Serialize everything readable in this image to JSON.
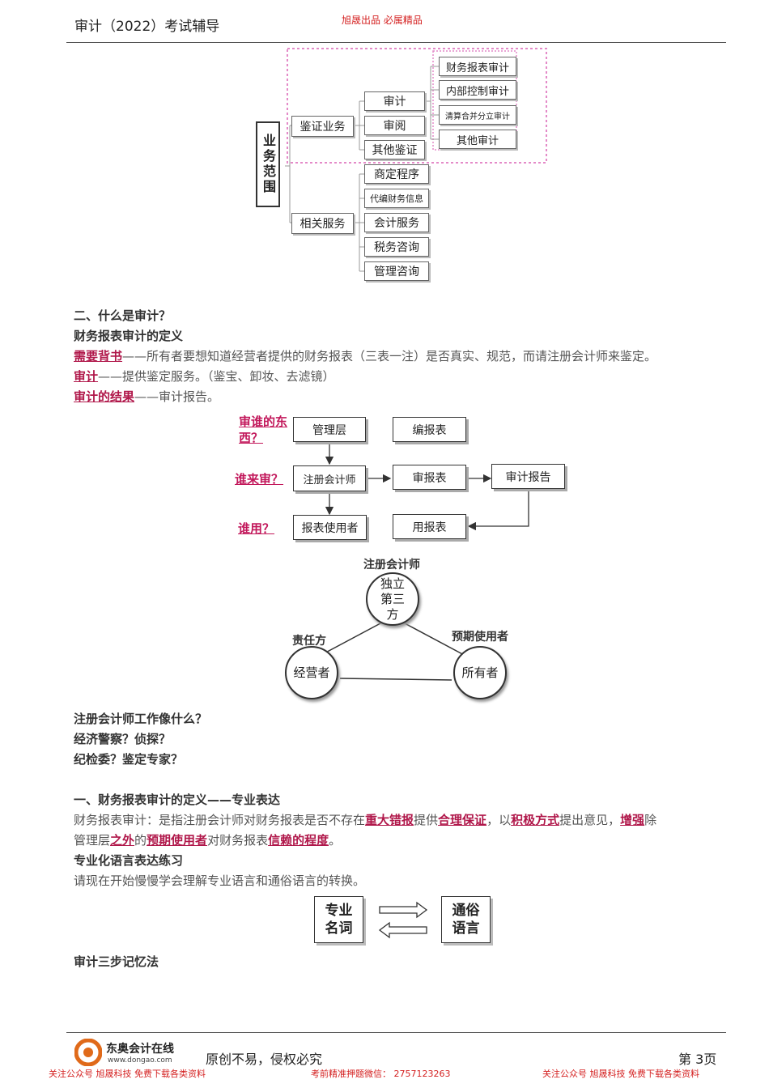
{
  "header": {
    "title": "审计（2022）考试辅导",
    "tag": "旭晟出品  必属精品"
  },
  "tree": {
    "root": "业务范围",
    "branch1": "鉴证业务",
    "branch1_children": [
      "审计",
      "审阅",
      "其他鉴证"
    ],
    "audit_types": [
      "财务报表审计",
      "内部控制审计",
      "清算合并分立审计",
      "其他审计"
    ],
    "branch2": "相关服务",
    "branch2_children": [
      "商定程序",
      "代编财务信息",
      "会计服务",
      "税务咨询",
      "管理咨询"
    ]
  },
  "section2": {
    "heading": "二、什么是审计？",
    "subheading": "财务报表审计的定义",
    "line1_key": "需要背书",
    "line1_text": "——所有者要想知道经营者提供的财务报表（三表一注）是否真实、规范，而请注册会计师来鉴定。",
    "line2_key": "审计",
    "line2_text": "——提供鉴定服务。（鉴宝、卸妆、去滤镜）",
    "line3_key": "审计的结果",
    "line3_text": "——审计报告。"
  },
  "flow": {
    "q1": "审谁的东西？",
    "q2": "谁来审？",
    "q3": "谁用？",
    "mgmt": "管理层",
    "prepare": "编报表",
    "cpa": "注册会计师",
    "review": "审报表",
    "report": "审计报告",
    "users": "报表使用者",
    "use": "用报表"
  },
  "triangle": {
    "top_label": "注册会计师",
    "top_circle": "独立第三方",
    "left_label": "责任方",
    "left_circle": "经营者",
    "right_label": "预期使用者",
    "right_circle": "所有者"
  },
  "questions": [
    "注册会计师工作像什么？",
    "经济警察？侦探？",
    "纪检委？鉴定专家？"
  ],
  "section1": {
    "heading": "一、财务报表审计的定义——专业表达",
    "p_prefix": "财务报表审计：是指注册会计师对财务报表是否不存在",
    "k1": "重大错报",
    "t1": "提供",
    "k2": "合理保证",
    "t2": "，以",
    "k3": "积极方式",
    "t3": "提出意见，",
    "k4": "增强",
    "t4": "除",
    "line2_prefix": "管理层",
    "k5": "之外",
    "t5": "的",
    "k6": "预期使用者",
    "t6": "对财务报表",
    "k7": "信赖的程度",
    "t7": "。",
    "practice": "专业化语言表达练习",
    "practice_text": "请现在开始慢慢学会理解专业语言和通俗语言的转换。",
    "box_left": "专业名词",
    "box_right": "通俗语言",
    "memo": "审计三步记忆法"
  },
  "footer": {
    "logo_cn": "东奥会计在线",
    "logo_url": "www.dongao.com",
    "slogan": "原创不易，侵权必究",
    "page": "第 3页",
    "left_note": "关注公众号 旭晟科技 免费下载各类资料",
    "center_note": "考前精准押题微信： 2757123263",
    "right_note": "关注公众号 旭晟科技 免费下载各类资料"
  }
}
